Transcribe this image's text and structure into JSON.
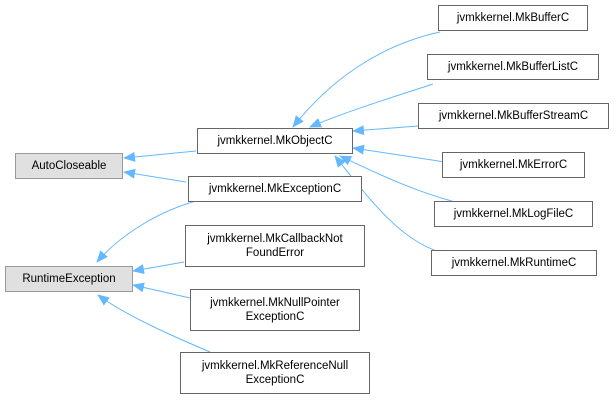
{
  "diagram": {
    "type": "class-inheritance-graph",
    "edge_color": "#63b8ff",
    "nodes": [
      {
        "id": "autocloseable",
        "label": "AutoCloseable",
        "external": true
      },
      {
        "id": "runtimeexception",
        "label": "RuntimeException",
        "external": true
      },
      {
        "id": "mkobjectc",
        "label": "jvmkkernel.MkObjectC"
      },
      {
        "id": "mkexceptionc",
        "label": "jvmkkernel.MkExceptionC"
      },
      {
        "id": "mkcallbacknotfounderror",
        "label": "jvmkkernel.MkCallbackNot\nFoundError"
      },
      {
        "id": "mknullpointerexceptionc",
        "label": "jvmkkernel.MkNullPointer\nExceptionC"
      },
      {
        "id": "mkreferencenullexceptionc",
        "label": "jvmkkernel.MkReferenceNull\nExceptionC"
      },
      {
        "id": "mkbufferc",
        "label": "jvmkkernel.MkBufferC"
      },
      {
        "id": "mkbufferlistc",
        "label": "jvmkkernel.MkBufferListC"
      },
      {
        "id": "mkbufferstreamc",
        "label": "jvmkkernel.MkBufferStreamC"
      },
      {
        "id": "mkerrorc",
        "label": "jvmkkernel.MkErrorC"
      },
      {
        "id": "mklogfilec",
        "label": "jvmkkernel.MkLogFileC"
      },
      {
        "id": "mkruntimec",
        "label": "jvmkkernel.MkRuntimeC"
      }
    ],
    "edges": [
      {
        "from": "mkobjectc",
        "to": "autocloseable"
      },
      {
        "from": "mkexceptionc",
        "to": "autocloseable"
      },
      {
        "from": "mkexceptionc",
        "to": "runtimeexception"
      },
      {
        "from": "mkcallbacknotfounderror",
        "to": "runtimeexception"
      },
      {
        "from": "mknullpointerexceptionc",
        "to": "runtimeexception"
      },
      {
        "from": "mkreferencenullexceptionc",
        "to": "runtimeexception"
      },
      {
        "from": "mkbufferc",
        "to": "mkobjectc"
      },
      {
        "from": "mkbufferlistc",
        "to": "mkobjectc"
      },
      {
        "from": "mkbufferstreamc",
        "to": "mkobjectc"
      },
      {
        "from": "mkerrorc",
        "to": "mkobjectc"
      },
      {
        "from": "mklogfilec",
        "to": "mkobjectc"
      },
      {
        "from": "mkruntimec",
        "to": "mkobjectc"
      }
    ]
  }
}
